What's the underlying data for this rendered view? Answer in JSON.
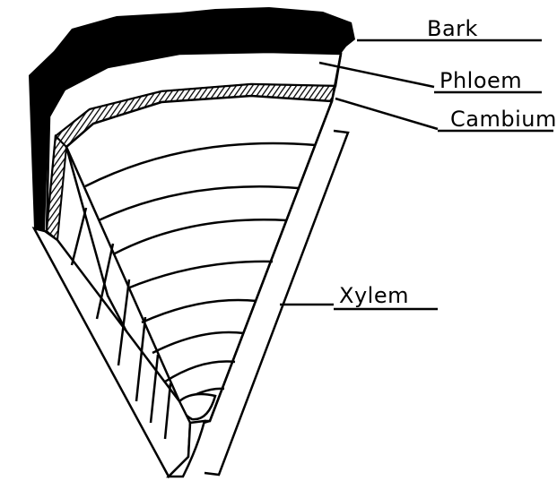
{
  "labels": {
    "bark": "Bark",
    "phloem": "Phloem",
    "cambium": "Cambium",
    "xylem": "Xylem"
  },
  "colors": {
    "ink": "#000000",
    "paper": "#ffffff"
  }
}
